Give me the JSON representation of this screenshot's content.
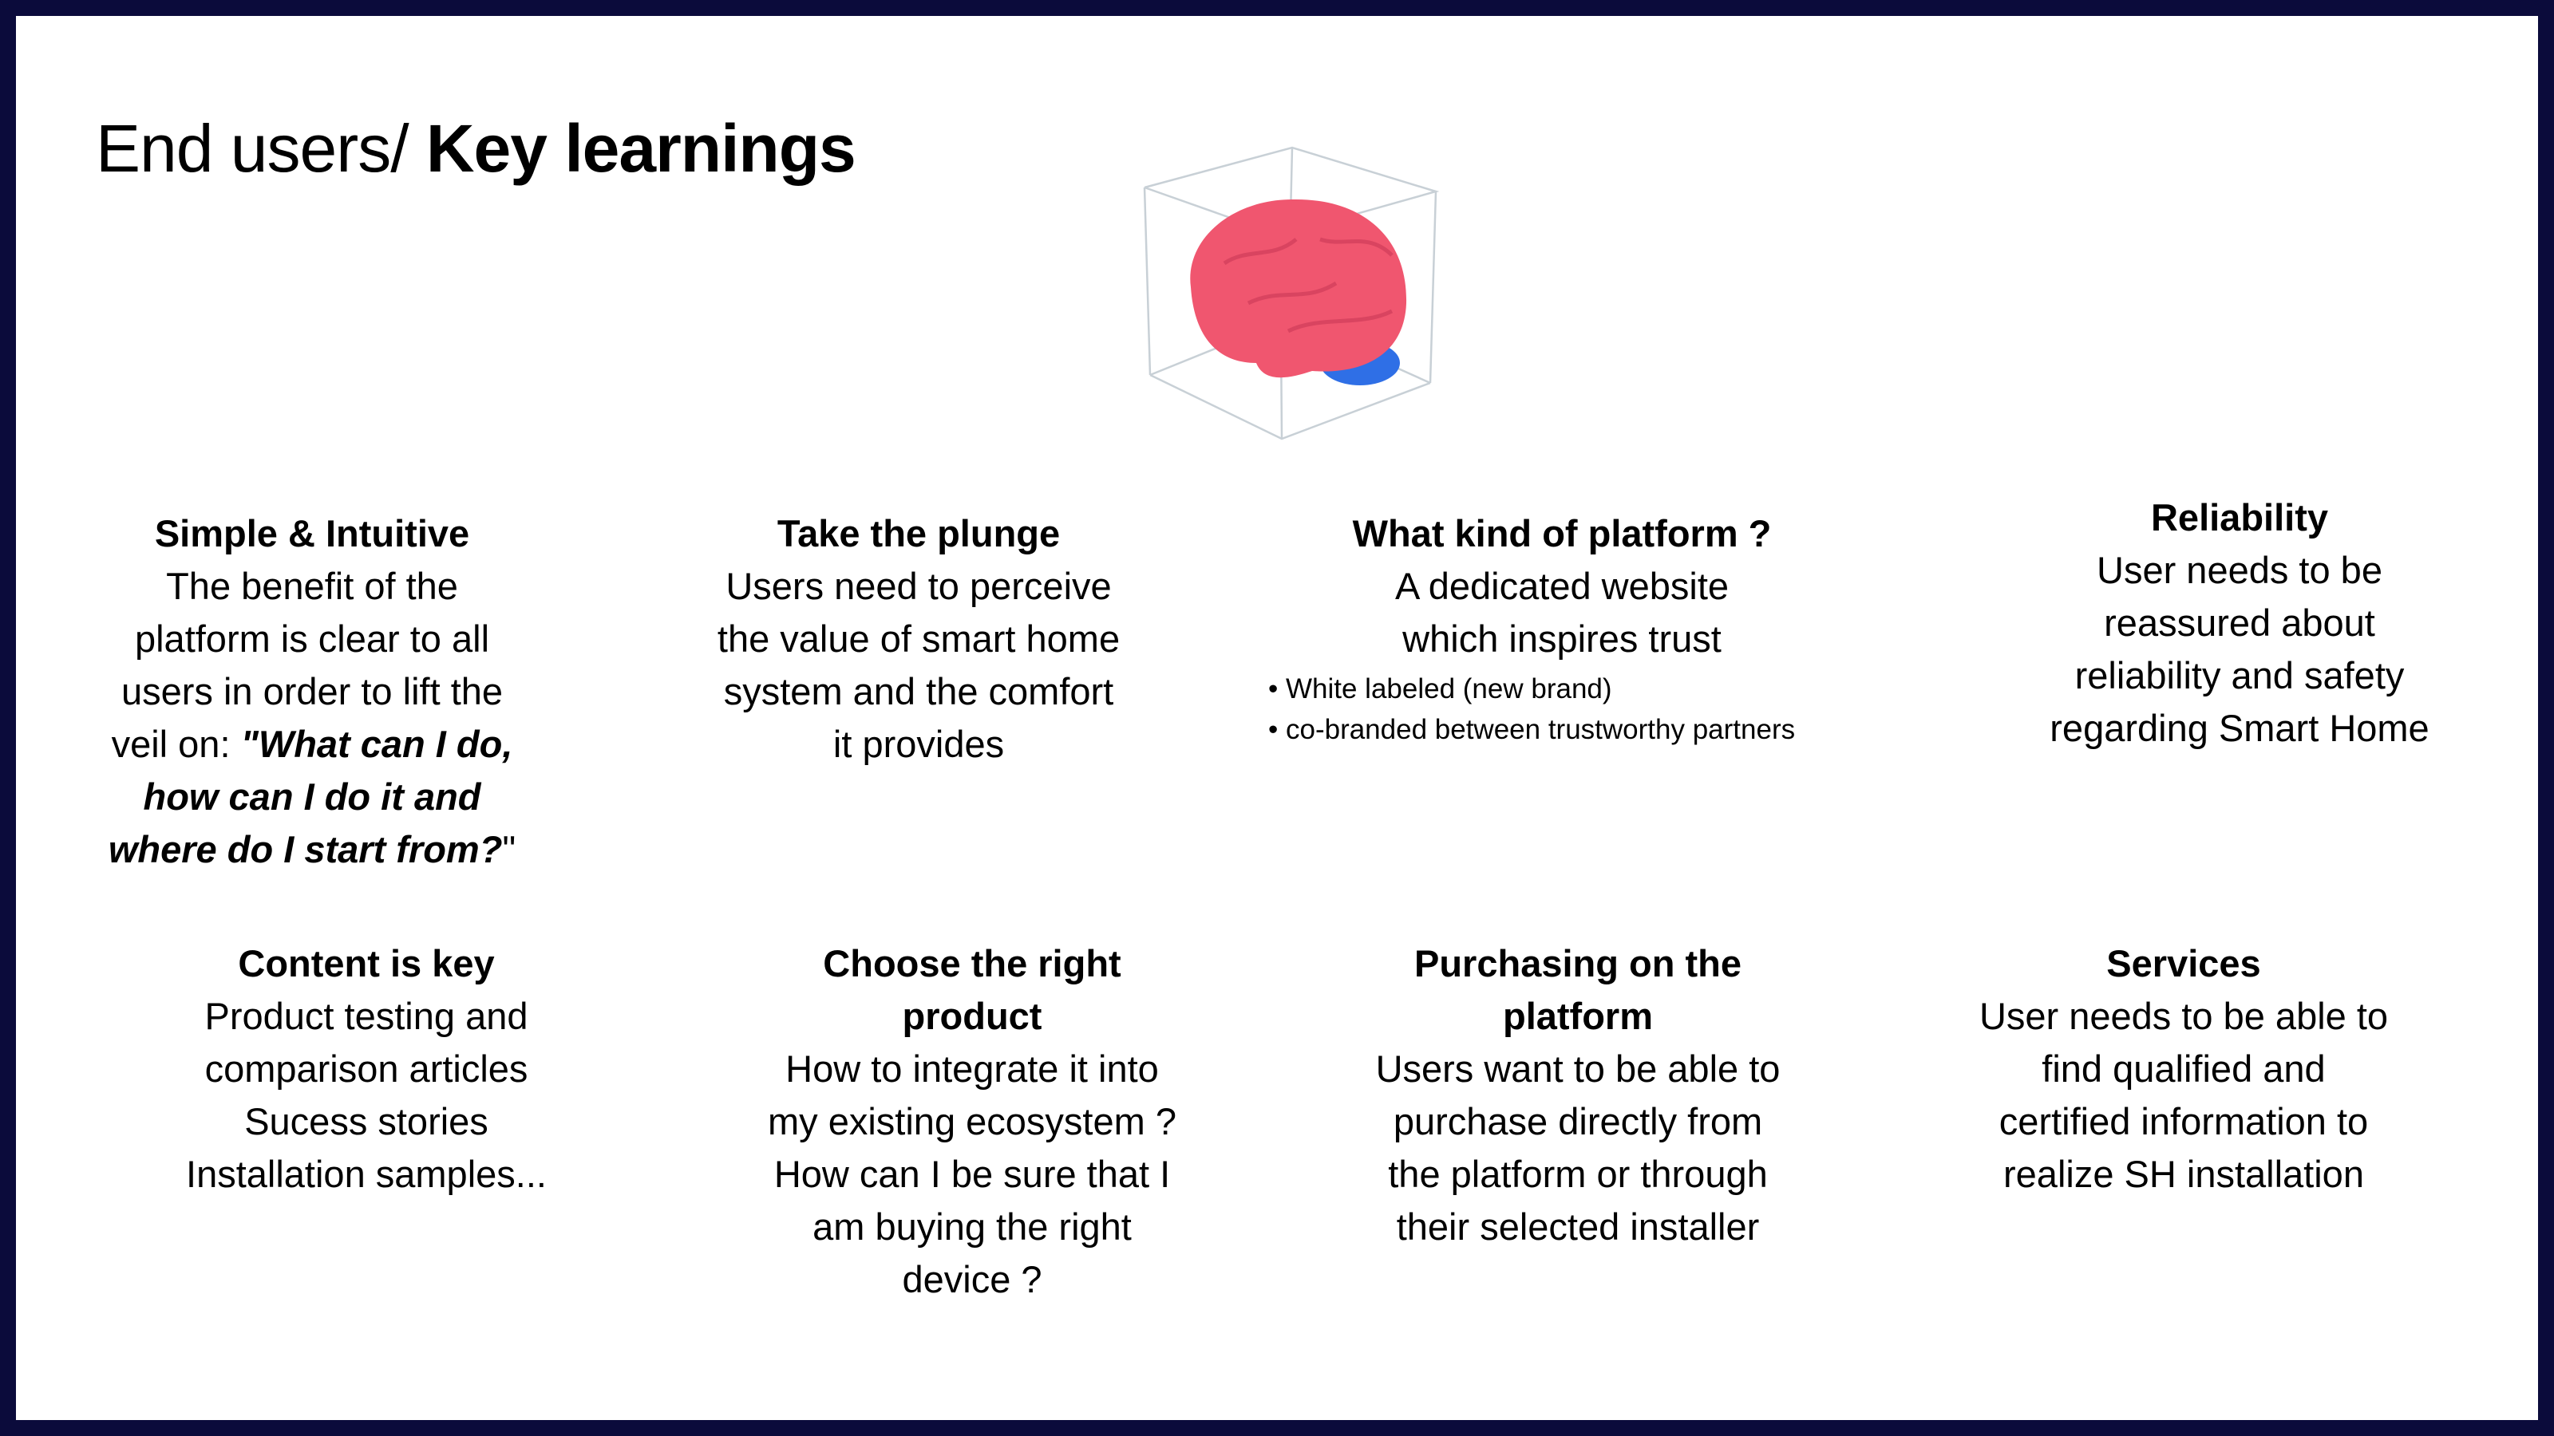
{
  "title": {
    "prefix": "End users/ ",
    "bold": "Key learnings"
  },
  "colors": {
    "frame": "#0b0b3b",
    "brain": "#f0566f",
    "cerebellum": "#2f6fe6"
  },
  "cards": {
    "simple": {
      "heading": "Simple & Intuitive",
      "lines": [
        "The benefit of the",
        "platform is clear to all",
        "users in order to lift the"
      ],
      "quote_prefix": "veil on: ",
      "quote": [
        "\"What can I do,",
        "how can I do it and",
        "where do I start from?"
      ],
      "quote_end": "\""
    },
    "plunge": {
      "heading": "Take the plunge",
      "lines": [
        "Users need to perceive",
        "the value of smart home",
        "system and the comfort",
        "it provides"
      ]
    },
    "platform": {
      "heading": "What kind of platform ?",
      "lines": [
        "A dedicated website",
        "which inspires trust"
      ],
      "bullets": [
        "• White labeled (new brand)",
        "• co-branded between trustworthy partners"
      ]
    },
    "reliability": {
      "heading": "Reliability",
      "lines": [
        "User needs to be",
        "reassured about",
        "reliability and safety",
        "regarding Smart Home"
      ]
    },
    "content": {
      "heading": "Content is key",
      "lines": [
        "Product testing and",
        "comparison articles",
        "Sucess stories",
        "Installation samples..."
      ]
    },
    "choose": {
      "heading": [
        "Choose the right",
        "product"
      ],
      "lines": [
        "How to integrate it into",
        "my existing ecosystem ?",
        "How can I be sure that I",
        "am buying the right",
        "device ?"
      ]
    },
    "purchasing": {
      "heading": [
        "Purchasing on the",
        "platform"
      ],
      "lines": [
        "Users want to be able to",
        "purchase directly from",
        "the platform or through",
        "their selected installer"
      ]
    },
    "services": {
      "heading": "Services",
      "lines": [
        "User needs to be able to",
        "find qualified and",
        "certified information to",
        "realize SH installation"
      ]
    }
  }
}
